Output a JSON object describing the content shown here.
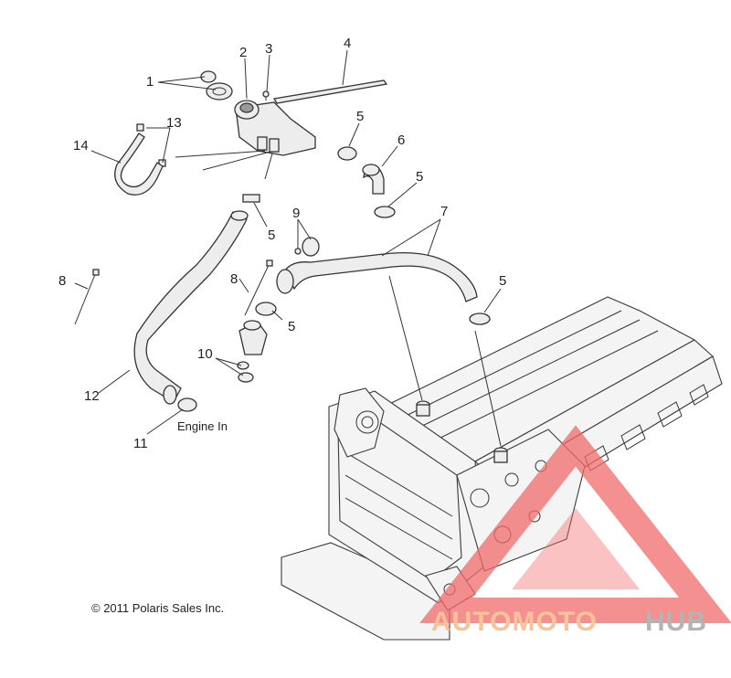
{
  "callouts": [
    {
      "id": "c1",
      "text": "1"
    },
    {
      "id": "c2",
      "text": "2"
    },
    {
      "id": "c3",
      "text": "3"
    },
    {
      "id": "c4",
      "text": "4"
    },
    {
      "id": "c5a",
      "text": "5"
    },
    {
      "id": "c5b",
      "text": "5"
    },
    {
      "id": "c5c",
      "text": "5"
    },
    {
      "id": "c5d",
      "text": "5"
    },
    {
      "id": "c5e",
      "text": "5"
    },
    {
      "id": "c6",
      "text": "6"
    },
    {
      "id": "c7",
      "text": "7"
    },
    {
      "id": "c8a",
      "text": "8"
    },
    {
      "id": "c8b",
      "text": "8"
    },
    {
      "id": "c9",
      "text": "9"
    },
    {
      "id": "c10",
      "text": "10"
    },
    {
      "id": "c11",
      "text": "11"
    },
    {
      "id": "c12",
      "text": "12"
    },
    {
      "id": "c13",
      "text": "13"
    },
    {
      "id": "c14",
      "text": "14"
    }
  ],
  "annotation": "Engine In",
  "copyright": "© 2011 Polaris Sales Inc.",
  "watermark": {
    "part1": "AUTOMOTO",
    "part2": "HUB",
    "color1": "#f4b07a",
    "color2": "#9b9b9b",
    "logo_color": "#f26b6b"
  }
}
